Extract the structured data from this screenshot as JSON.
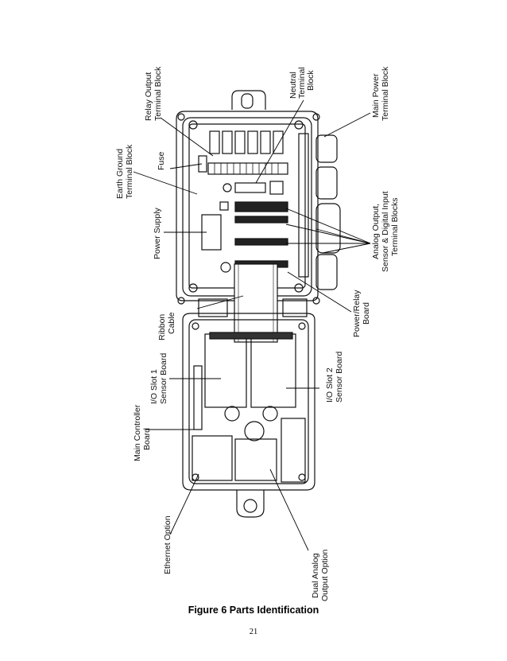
{
  "labels": {
    "relay_output_1": "Relay Output",
    "relay_output_2": "Terminal Block",
    "neutral_1": "Neutral",
    "neutral_2": "Terminal",
    "neutral_3": "Block",
    "main_power_1": "Main Power",
    "main_power_2": "Terminal Block",
    "earth_ground_1": "Earth Ground",
    "earth_ground_2": "Terminal Block",
    "fuse": "Fuse",
    "power_supply": "Power Supply",
    "analog_output_1": "Analog Output,",
    "analog_output_2": "Sensor & Digital Input",
    "analog_output_3": "Terminal Blocks",
    "ribbon_cable_1": "Ribbon",
    "ribbon_cable_2": "Cable",
    "power_relay_1": "Power/Relay",
    "power_relay_2": "Board",
    "io_slot1_1": "I/O Slot 1",
    "io_slot1_2": "Sensor Board",
    "io_slot2_1": "I/O Slot 2",
    "io_slot2_2": "Sensor Board",
    "main_controller_1": "Main Controller",
    "main_controller_2": "Board",
    "ethernet_option": "Ethernet Option",
    "dual_analog_1": "Dual Analog",
    "dual_analog_2": "Output Option"
  },
  "caption": "Figure 6 Parts Identification",
  "page_number": "21"
}
